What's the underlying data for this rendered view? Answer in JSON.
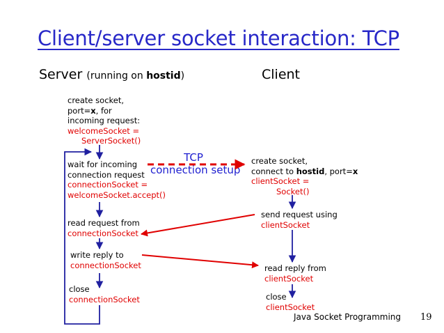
{
  "title": "Client/server socket interaction: TCP",
  "server_header": {
    "label": "Server",
    "paren_prefix": "(running on ",
    "paren_bold": "hostid",
    "paren_suffix": ")"
  },
  "client_header": "Client",
  "server_steps": {
    "create_line1": "create socket,",
    "create_line2_pre": "port=",
    "create_line2_bold": "x",
    "create_line2_post": ", for",
    "create_line3": "incoming request:",
    "create_code1": "welcomeSocket =",
    "create_code2": "ServerSocket()",
    "wait_line1": "wait for incoming",
    "wait_line2": "connection request",
    "wait_code1": "connectionSocket =",
    "wait_code2": "welcomeSocket.accept()",
    "read_line": "read request from",
    "read_code": "connectionSocket",
    "write_line": "write reply to",
    "write_code": "connectionSocket",
    "close_line": "close",
    "close_code": "connectionSocket"
  },
  "client_steps": {
    "create_line1": "create socket,",
    "create_line2_pre": "connect to ",
    "create_line2_bold1": "hostid",
    "create_line2_mid": ", port=",
    "create_line2_bold2": "x",
    "create_code1": "clientSocket =",
    "create_code2": "Socket()",
    "send_line": "send request using",
    "send_code": "clientSocket",
    "read_line": "read reply from",
    "read_code": "clientSocket",
    "close_line": "close",
    "close_code": "clientSocket"
  },
  "tcp_label": {
    "line1": "TCP",
    "line2": "connection setup"
  },
  "footer": "Java Socket Programming",
  "page_number": "19",
  "colors": {
    "title": "#2828c8",
    "code": "#e00000",
    "arrow_blue": "#2020a0",
    "tcp_text": "#2020d0"
  }
}
